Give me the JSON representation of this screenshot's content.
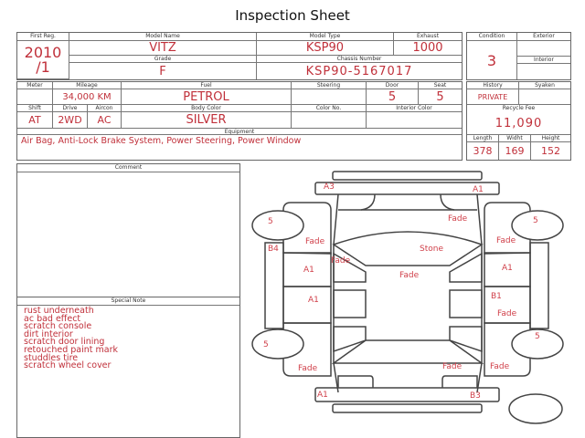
{
  "title": "Inspection Sheet",
  "vehicle": {
    "first_reg_label": "First Reg.",
    "first_reg": "2010\n/1",
    "model_name_label": "Model Name",
    "model_name": "VITZ",
    "model_type_label": "Model Type",
    "model_type": "KSP90",
    "exhaust_label": "Exhaust",
    "exhaust": "1000",
    "grade_label": "Grade",
    "grade": "F",
    "chassis_label": "Chassis Number",
    "chassis": "KSP90-5167017",
    "meter_label": "Meter",
    "meter": "",
    "mileage_label": "Mileage",
    "mileage": "34,000 KM",
    "fuel_label": "Fuel",
    "fuel": "PETROL",
    "steering_label": "Steering",
    "steering": "",
    "door_label": "Door",
    "door": "5",
    "seat_label": "Seat",
    "seat": "5",
    "shift_label": "Shift",
    "shift": "AT",
    "drive_label": "Drive",
    "drive": "2WD",
    "aircon_label": "Aircon",
    "aircon": "AC",
    "body_color_label": "Body Color",
    "body_color": "SILVER",
    "color_no_label": "Color No.",
    "color_no": "",
    "interior_color_label": "Interior Color",
    "interior_color": "",
    "equipment_label": "Equipment",
    "equipment": "Air Bag, Anti-Lock Brake System, Power Steering, Power Window"
  },
  "grades": {
    "condition_label": "Condition",
    "condition": "3",
    "exterior_label": "Exterior",
    "interior_label": "Interior",
    "history_label": "History",
    "history": "PRIVATE",
    "syaken_label": "Syaken",
    "recycle_fee_label": "Recycle Fee",
    "recycle_fee": "11,090",
    "length_label": "Length",
    "length": "378",
    "width_label": "Widht",
    "width": "169",
    "height_label": "Height",
    "height": "152"
  },
  "comment": {
    "label": "Comment"
  },
  "special_note": {
    "label": "Special Note",
    "items": [
      "rust underneath",
      "ac bad effect",
      "scratch console",
      "dirt interior",
      "scratch door lining",
      "retouched paint mark",
      "studdles tire",
      "scratch wheel cover"
    ]
  },
  "damage_marks": [
    "A3",
    "A1",
    "5",
    "Fade",
    "Fade",
    "5",
    "Fade",
    "B4",
    "Stone",
    "Fade",
    "A1",
    "Fade",
    "A1",
    "A1",
    "B1",
    "Fade",
    "5",
    "5",
    "Fade",
    "Fade",
    "Fade",
    "A1",
    "B3"
  ]
}
